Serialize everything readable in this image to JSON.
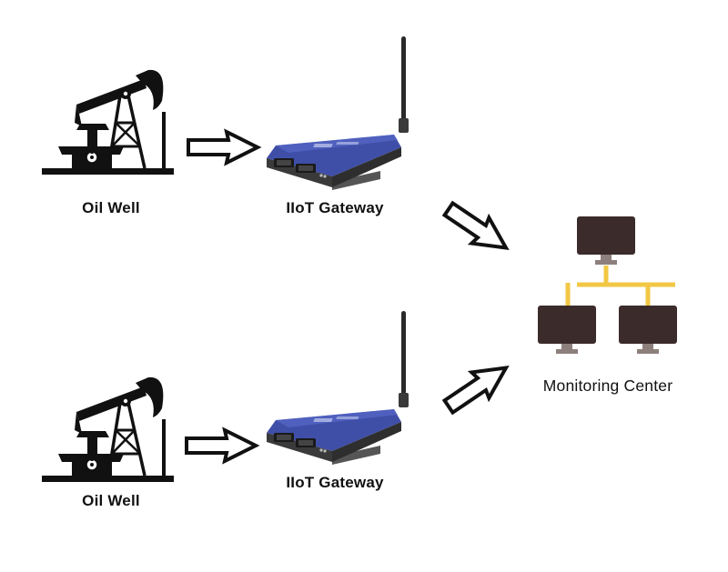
{
  "nodes": {
    "oil_well_top": {
      "label": "Oil Well"
    },
    "gateway_top": {
      "label": "IIoT Gateway"
    },
    "oil_well_bottom": {
      "label": "Oil Well"
    },
    "gateway_bottom": {
      "label": "IIoT Gateway"
    },
    "monitoring_center": {
      "label": "Monitoring Center"
    }
  },
  "edges": [
    {
      "from": "oil_well_top",
      "to": "gateway_top"
    },
    {
      "from": "gateway_top",
      "to": "monitoring_center"
    },
    {
      "from": "oil_well_bottom",
      "to": "gateway_bottom"
    },
    {
      "from": "gateway_bottom",
      "to": "monitoring_center"
    }
  ],
  "colors": {
    "ink": "#111111",
    "gateway_body": "#3f4fa8",
    "gateway_chassis": "#3a3a3a",
    "monitor_screen": "#3b2b2a",
    "monitor_stand": "#8d7f7c",
    "network_link": "#f2c744"
  },
  "icons": {
    "well": "oil-pump-jack-icon",
    "gateway": "iiot-gateway-device-icon",
    "center": "computer-network-icon"
  }
}
